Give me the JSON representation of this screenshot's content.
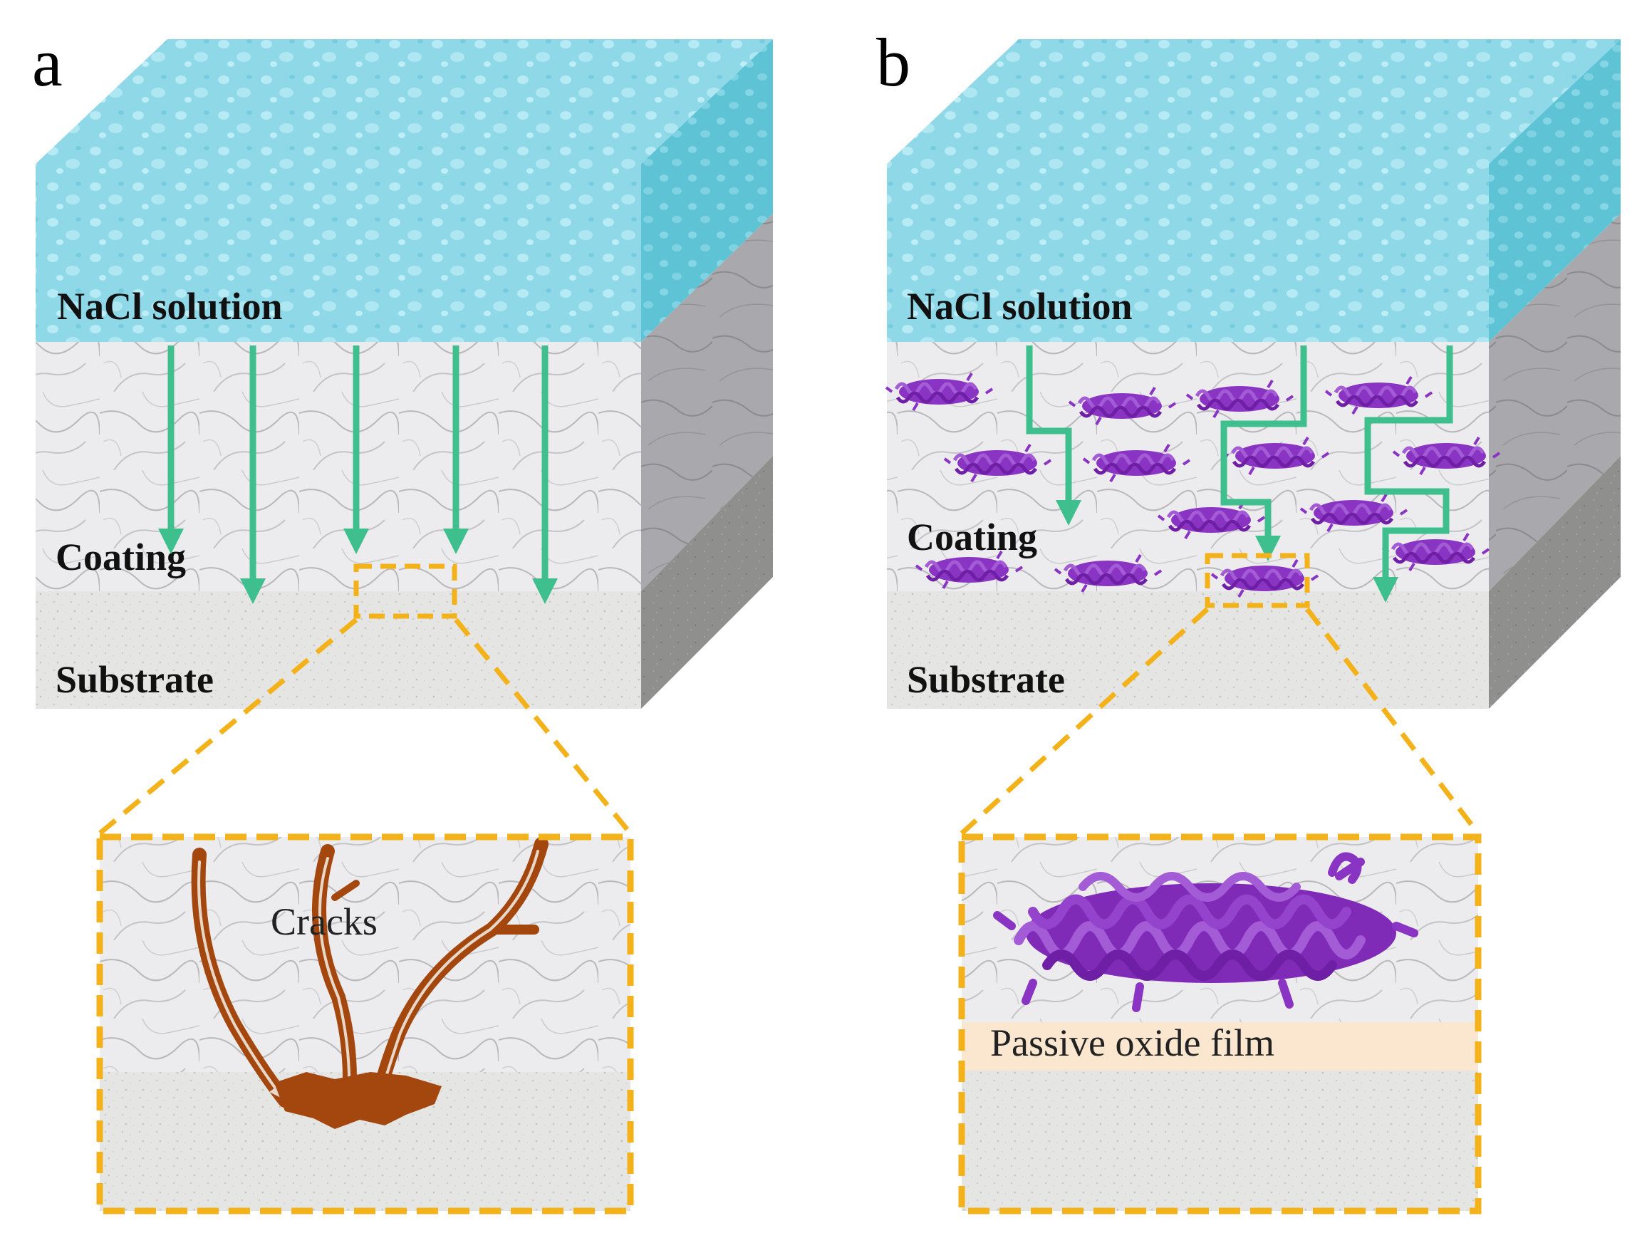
{
  "colors": {
    "solution": "#8ed8e8",
    "solution_side": "#5fc3d6",
    "coating": "#e8e8ea",
    "coating_side": "#a9a9ad",
    "substrate": "#e3e3e1",
    "substrate_side": "#8f8f8d",
    "arrow": "#3fbf8e",
    "dash": "#f3b21a",
    "crack": "#a4470f",
    "inhibitor": "#8a34c4",
    "passive_film": "#fbe6cf"
  },
  "panels": [
    {
      "letter": "a",
      "labels": {
        "solution": "NaCl solution",
        "coating": "Coating",
        "substrate": "Substrate",
        "inset": "Cracks"
      }
    },
    {
      "letter": "b",
      "labels": {
        "solution": "NaCl solution",
        "coating": "Coating",
        "substrate": "Substrate",
        "inset": "Passive oxide film"
      }
    }
  ]
}
